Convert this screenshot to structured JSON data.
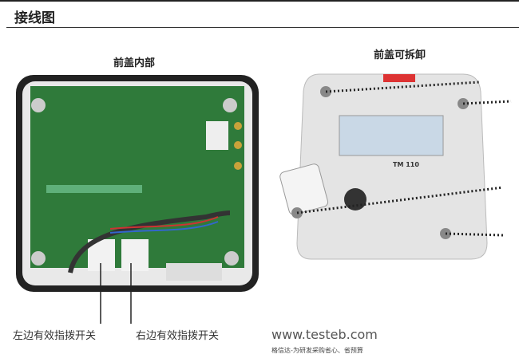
{
  "title": "接线图",
  "left_caption": "前盖内部",
  "right_caption": "前盖可拆卸",
  "left_switch_label": "左边有效指拨开关",
  "right_switch_label": "右边有效指拨开关",
  "device_model": "TM 110",
  "watermark": {
    "url": "www.testeb.com",
    "slogan": "格信达-为研发采购省心、省预算"
  }
}
